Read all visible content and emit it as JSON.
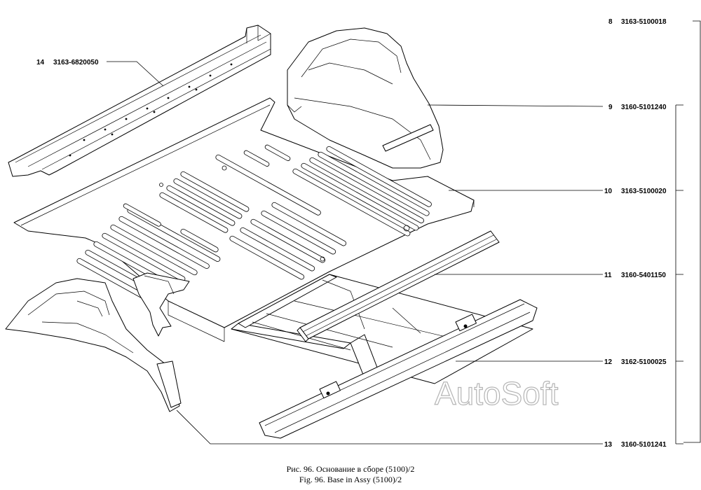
{
  "callouts": [
    {
      "num": "14",
      "part": "3163-6820050"
    },
    {
      "num": "8",
      "part": "3163-5100018"
    },
    {
      "num": "9",
      "part": "3160-5101240"
    },
    {
      "num": "10",
      "part": "3163-5100020"
    },
    {
      "num": "11",
      "part": "3160-5401150"
    },
    {
      "num": "12",
      "part": "3162-5100025"
    },
    {
      "num": "13",
      "part": "3160-5101241"
    }
  ],
  "watermark": "AutoSoft",
  "caption": {
    "ru": "Рис. 96. Основание в сборе (5100)/2",
    "en": "Fig. 96. Base in Assy (5100)/2"
  }
}
